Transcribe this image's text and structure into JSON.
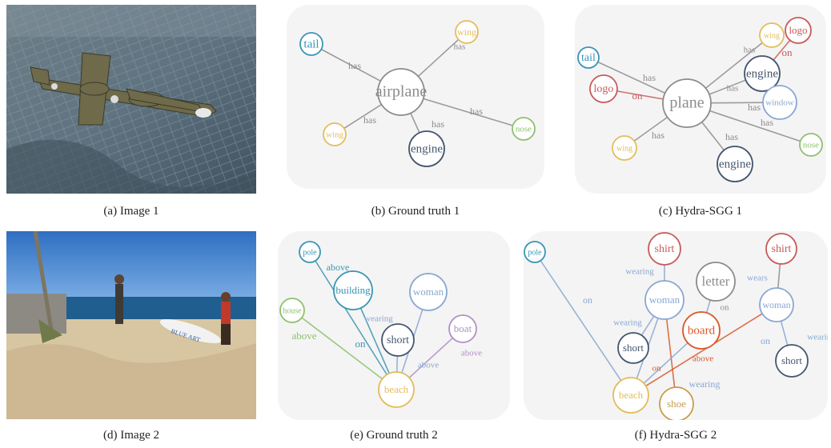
{
  "captions": {
    "a": "(a) Image 1",
    "b": "(b) Ground truth 1",
    "c": "(c) Hydra-SGG 1",
    "d": "(d) Image 2",
    "e": "(e) Ground truth 2",
    "f": "(f) Hydra-SGG 2"
  },
  "photo2_sign": "BLUE ART",
  "colors": {
    "panel_bg": "#f4f4f4",
    "gray": "#8c8c8c",
    "teal": "#3a95b5",
    "yellow": "#e3bd5c",
    "navy": "#44566e",
    "lightblue": "#89a7d3",
    "green": "#8ec06c",
    "red": "#c85a5a",
    "orange": "#d9582b",
    "brown": "#c99a4c",
    "purple": "#b38fc4"
  },
  "graphs": {
    "gt1": {
      "nodes": [
        {
          "label": "airplane",
          "color": "gray"
        },
        {
          "label": "tail",
          "color": "teal"
        },
        {
          "label": "wing",
          "color": "yellow"
        },
        {
          "label": "wing",
          "color": "yellow"
        },
        {
          "label": "engine",
          "color": "navy"
        },
        {
          "label": "nose",
          "color": "green"
        }
      ],
      "edges": [
        {
          "label": "has",
          "color": "gray"
        },
        {
          "label": "has",
          "color": "gray"
        },
        {
          "label": "has",
          "color": "gray"
        },
        {
          "label": "has",
          "color": "gray"
        },
        {
          "label": "has",
          "color": "gray"
        }
      ]
    },
    "pred1": {
      "nodes": [
        {
          "label": "plane",
          "color": "gray"
        },
        {
          "label": "tail",
          "color": "teal"
        },
        {
          "label": "logo",
          "color": "red"
        },
        {
          "label": "wing",
          "color": "yellow"
        },
        {
          "label": "logo",
          "color": "red"
        },
        {
          "label": "engine",
          "color": "navy"
        },
        {
          "label": "window",
          "color": "lightblue"
        },
        {
          "label": "nose",
          "color": "green"
        },
        {
          "label": "wing",
          "color": "yellow"
        },
        {
          "label": "engine",
          "color": "navy"
        }
      ],
      "edges": [
        {
          "label": "has",
          "color": "gray"
        },
        {
          "label": "on",
          "color": "red"
        },
        {
          "label": "has",
          "color": "gray"
        },
        {
          "label": "on",
          "color": "red"
        },
        {
          "label": "has",
          "color": "gray"
        },
        {
          "label": "has",
          "color": "gray"
        },
        {
          "label": "has",
          "color": "gray"
        },
        {
          "label": "has",
          "color": "gray"
        },
        {
          "label": "has",
          "color": "gray"
        }
      ]
    },
    "gt2": {
      "nodes": [
        {
          "label": "pole",
          "color": "teal"
        },
        {
          "label": "building",
          "color": "teal"
        },
        {
          "label": "woman",
          "color": "lightblue"
        },
        {
          "label": "house",
          "color": "green"
        },
        {
          "label": "short",
          "color": "navy"
        },
        {
          "label": "boat",
          "color": "purple"
        },
        {
          "label": "beach",
          "color": "yellow"
        }
      ],
      "edges": [
        {
          "label": "above",
          "color": "teal"
        },
        {
          "label": "above",
          "color": "green"
        },
        {
          "label": "on",
          "color": "teal"
        },
        {
          "label": "wearing",
          "color": "lightblue"
        },
        {
          "label": "above",
          "color": "lightblue"
        },
        {
          "label": "above",
          "color": "purple"
        }
      ]
    },
    "pred2": {
      "nodes": [
        {
          "label": "pole",
          "color": "teal"
        },
        {
          "label": "shirt",
          "color": "red"
        },
        {
          "label": "woman",
          "color": "lightblue"
        },
        {
          "label": "letter",
          "color": "gray"
        },
        {
          "label": "shirt",
          "color": "red"
        },
        {
          "label": "woman",
          "color": "lightblue"
        },
        {
          "label": "board",
          "color": "orange"
        },
        {
          "label": "short",
          "color": "navy"
        },
        {
          "label": "short",
          "color": "navy"
        },
        {
          "label": "beach",
          "color": "yellow"
        },
        {
          "label": "shoe",
          "color": "brown"
        }
      ],
      "edges": [
        {
          "label": "on",
          "color": "lightblue"
        },
        {
          "label": "wearing",
          "color": "lightblue"
        },
        {
          "label": "on",
          "color": "gray"
        },
        {
          "label": "wears",
          "color": "lightblue"
        },
        {
          "label": "wearing",
          "color": "lightblue"
        },
        {
          "label": "wearing",
          "color": "lightblue"
        },
        {
          "label": "on",
          "color": "lightblue"
        },
        {
          "label": "on",
          "color": "orange"
        },
        {
          "label": "above",
          "color": "orange"
        },
        {
          "label": "wearing",
          "color": "lightblue"
        }
      ]
    }
  }
}
